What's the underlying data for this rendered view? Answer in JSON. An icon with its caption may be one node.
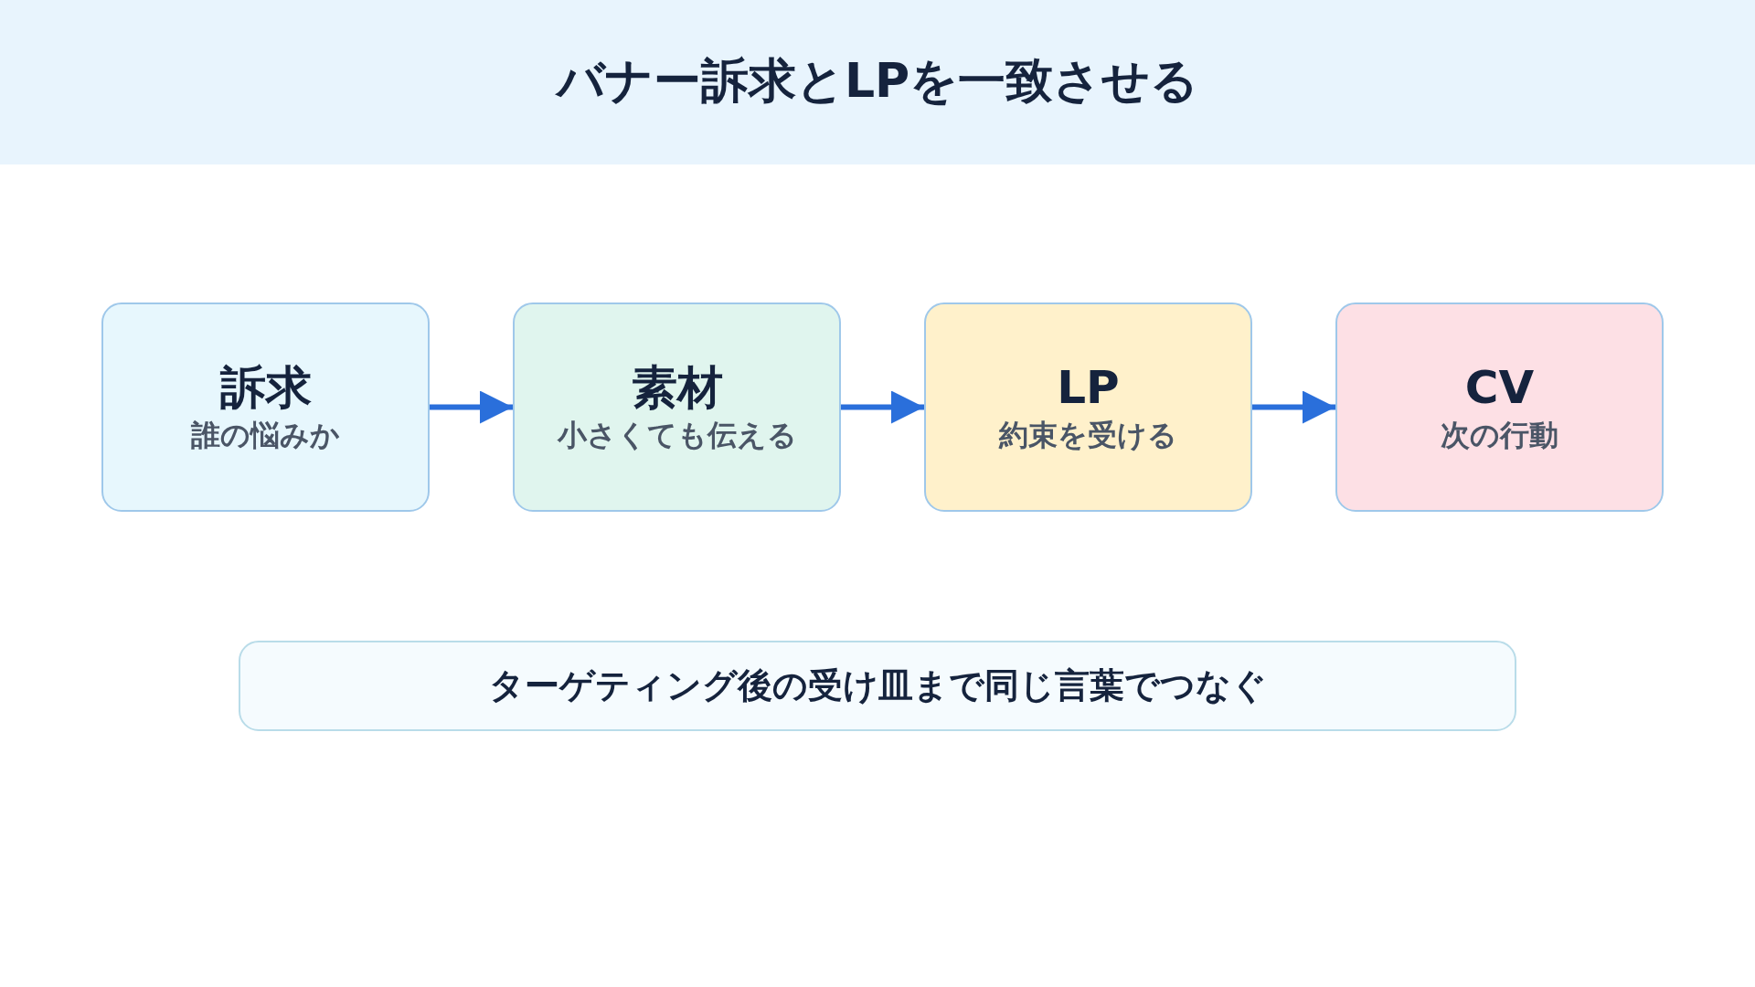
{
  "diagram": {
    "title": "バナー訴求とLPを一致させる",
    "nodes": [
      {
        "text": [
          "訴求",
          "誰の悩みか"
        ]
      },
      {
        "text": [
          "素材",
          "小さくても伝える"
        ]
      },
      {
        "text": [
          "LP",
          "約束を受ける"
        ]
      },
      {
        "text": [
          "CV",
          "次の行動"
        ]
      },
      {
        "text": [
          "ターゲティング後の受け皿まで同じ言葉でつなぐ"
        ]
      }
    ],
    "edges": [
      {
        "from": 0,
        "to": 1,
        "arrow": "to"
      },
      {
        "from": 1,
        "to": 2,
        "arrow": "to"
      },
      {
        "from": 2,
        "to": 3,
        "arrow": "to"
      }
    ]
  }
}
